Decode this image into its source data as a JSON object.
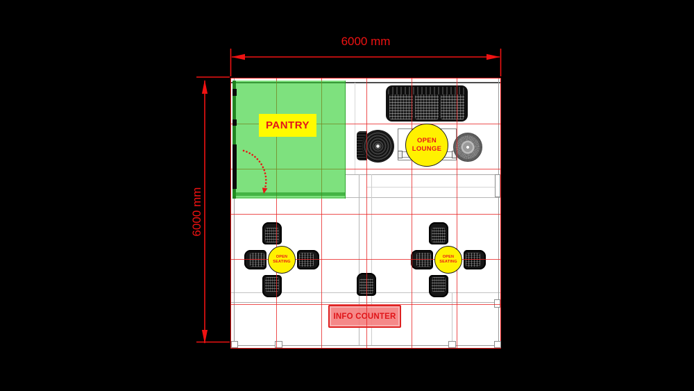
{
  "annotations": {
    "width_label": "6000 mm",
    "height_label": "6000 mm"
  },
  "areas": {
    "pantry": {
      "label": "PANTRY",
      "fill": "#77dd77"
    },
    "open_lounge": {
      "line1": "OPEN",
      "line2": "LOUNGE",
      "fill": "#fff100"
    },
    "open_seating_a": {
      "line1": "OPEN",
      "line2": "SEATING",
      "fill": "#fff100"
    },
    "open_seating_b": {
      "line1": "OPEN",
      "line2": "SEATING",
      "fill": "#fff100"
    },
    "info_counter": {
      "label": "INFO COUNTER",
      "fill": "#f0807e"
    }
  },
  "furniture": {
    "sofa": "3-seat sofa",
    "armchair": "swivel armchair",
    "coffee_table": "coffee table",
    "side_table": "round side table",
    "chairs": "visitor chairs",
    "door": "door swing arc"
  },
  "colors": {
    "background": "#000000",
    "plan_floor": "#ffffff",
    "grid_red": "#e82323",
    "dimension_red": "#ef1212",
    "label_text_red": "#e8151a",
    "furniture_black": "#141414",
    "wall_gray": "#9a9a9a"
  },
  "plan_size": {
    "width_mm": 6000,
    "height_mm": 6000,
    "grid_module_mm": 1000
  }
}
